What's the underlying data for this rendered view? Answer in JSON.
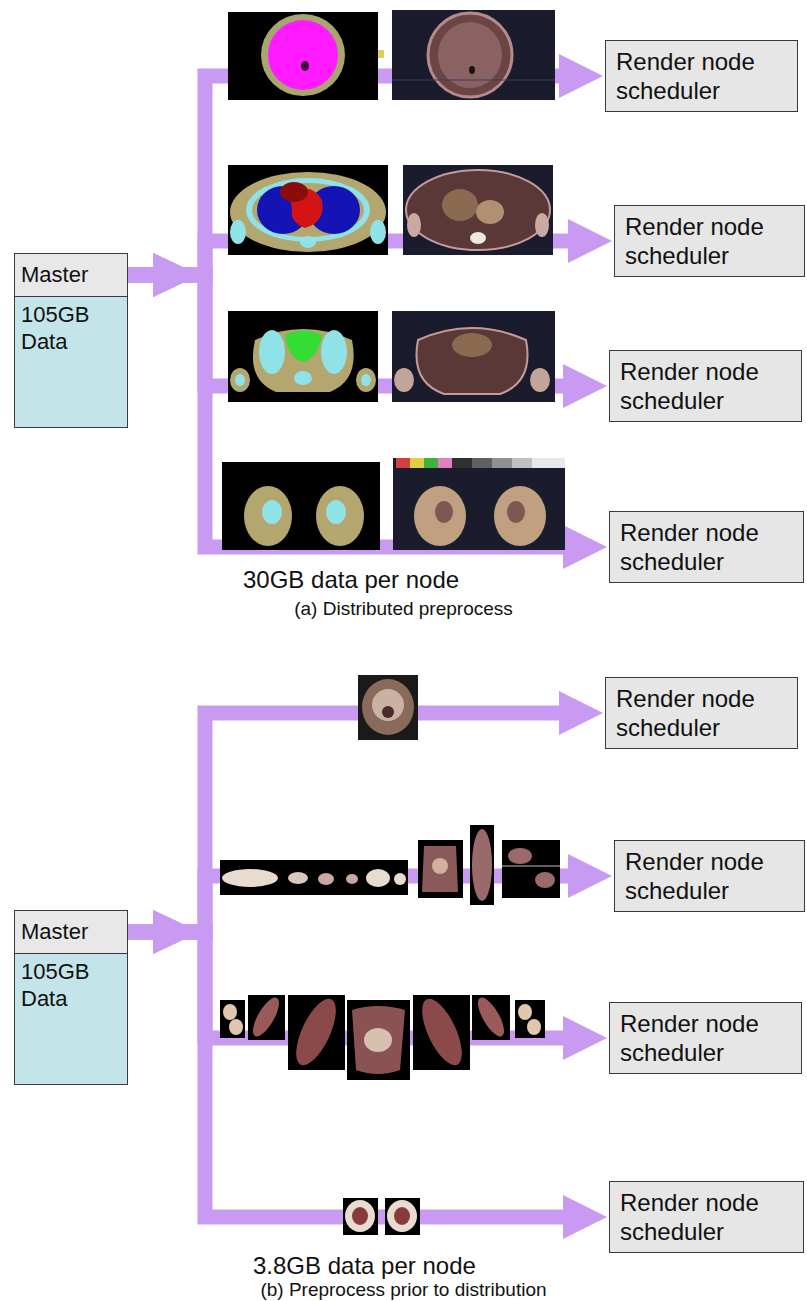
{
  "diagram": {
    "nodes": [
      {
        "text": [
          "Master",
          "105GB Data"
        ]
      },
      {
        "text": [
          "Render node scheduler"
        ]
      },
      {
        "text": [
          "Render node scheduler"
        ]
      },
      {
        "text": [
          "Render node scheduler"
        ]
      },
      {
        "text": [
          "Render node scheduler"
        ]
      },
      {
        "text": [
          "Master",
          "105GB Data"
        ]
      },
      {
        "text": [
          "Render node scheduler"
        ]
      },
      {
        "text": [
          "Render node scheduler"
        ]
      },
      {
        "text": [
          "Render node scheduler"
        ]
      },
      {
        "text": [
          "Render node scheduler"
        ]
      }
    ],
    "edges": [
      {
        "from": 0,
        "to": 1,
        "arrow": "to"
      },
      {
        "from": 0,
        "to": 2,
        "arrow": "to"
      },
      {
        "from": 0,
        "to": 3,
        "arrow": "to"
      },
      {
        "from": 0,
        "to": 4,
        "arrow": "to"
      },
      {
        "from": 5,
        "to": 6,
        "arrow": "to"
      },
      {
        "from": 5,
        "to": 7,
        "arrow": "to"
      },
      {
        "from": 5,
        "to": 8,
        "arrow": "to"
      },
      {
        "from": 5,
        "to": 9,
        "arrow": "to"
      }
    ],
    "labels": [
      "30GB data per node",
      "(a) Distributed preprocess",
      "3.8GB data per node",
      "(b) Preprocess prior to distribution"
    ]
  }
}
